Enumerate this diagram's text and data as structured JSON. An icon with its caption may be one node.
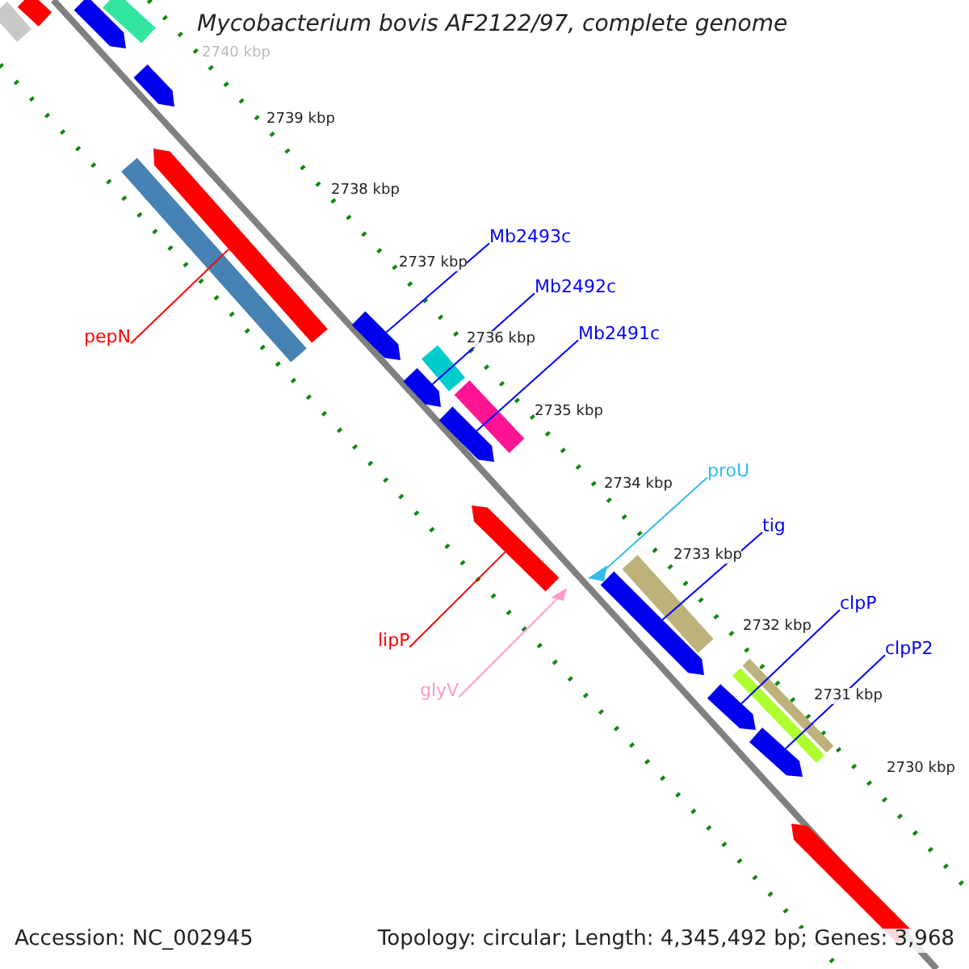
{
  "diagram": {
    "title": "Mycobacterium bovis AF2122/97, complete genome",
    "nodes": [
      {
        "text": [
          "Mb2493c"
        ]
      },
      {
        "text": [
          "Mb2492c"
        ]
      },
      {
        "text": [
          "Mb2491c"
        ]
      },
      {
        "text": [
          "pepN"
        ]
      },
      {
        "text": [
          "proU"
        ]
      },
      {
        "text": [
          "tig"
        ]
      },
      {
        "text": [
          "clpP"
        ]
      },
      {
        "text": [
          "clpP2"
        ]
      },
      {
        "text": [
          "lipP"
        ]
      },
      {
        "text": [
          "glyV"
        ]
      },
      {
        "text": [],
        "shape": "bar"
      },
      {
        "text": [],
        "shape": "bar"
      },
      {
        "text": [],
        "shape": "bar"
      },
      {
        "text": [],
        "shape": "bar"
      },
      {
        "text": [],
        "shape": "bar"
      },
      {
        "text": [],
        "shape": "bar"
      },
      {
        "text": [],
        "shape": "bar"
      },
      {
        "text": [],
        "shape": "triangle"
      },
      {
        "text": [],
        "shape": "bar"
      },
      {
        "text": [],
        "shape": "triangle"
      },
      {
        "text": [],
        "shape": "bar"
      },
      {
        "text": [],
        "shape": "bar"
      }
    ],
    "edges": [
      {
        "from": 0,
        "to": 13,
        "arrow": "none"
      },
      {
        "from": 1,
        "to": 14,
        "arrow": "none"
      },
      {
        "from": 2,
        "to": 15,
        "arrow": "none"
      },
      {
        "from": 3,
        "to": 12,
        "arrow": "none",
        "color": "#ff0000"
      },
      {
        "from": 4,
        "to": 17,
        "arrow": "none",
        "color": "#33bbee"
      },
      {
        "from": 5,
        "to": 18,
        "arrow": "none"
      },
      {
        "from": 6,
        "to": 20,
        "arrow": "none"
      },
      {
        "from": 7,
        "to": 21,
        "arrow": "none"
      },
      {
        "from": 8,
        "to": 16,
        "arrow": "none",
        "color": "#ff0000"
      },
      {
        "from": 9,
        "to": 19,
        "arrow": "none",
        "color": "#ff99cc"
      }
    ],
    "labels": [
      "2740 kbp",
      "2739 kbp",
      "2738 kbp",
      "2737 kbp",
      "2736 kbp",
      "2735 kbp",
      "2734 kbp",
      "2733 kbp",
      "2732 kbp",
      "2731 kbp",
      "2730 kbp",
      "Accession: NC_002945",
      "Topology: circular; Length: 4,345,492 bp; Genes: 3,968"
    ]
  }
}
